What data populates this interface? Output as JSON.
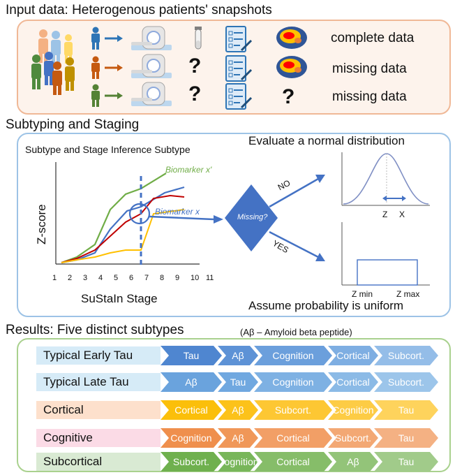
{
  "section1": {
    "title": "Input data: Heterogenous patients' snapshots",
    "rows": [
      {
        "label": "complete data"
      },
      {
        "label": "missing data"
      },
      {
        "label": "missing data"
      }
    ],
    "question_mark": "?"
  },
  "section2": {
    "title": "Subtyping and Staging",
    "plot": {
      "title": "Subtype and Stage Inference Subtype",
      "ylabel": "Z-score",
      "xlabel": "SuStaIn Stage",
      "ticks": [
        "1",
        "2",
        "3",
        "4",
        "5",
        "6",
        "7",
        "8",
        "9",
        "10",
        "11"
      ],
      "annot1": "Biomarker x'",
      "annot2": "Biomarker x"
    },
    "decision": "Missing?",
    "no": "NO",
    "yes": "YES",
    "normal_title": "Evaluate a normal distribution",
    "z": "Z",
    "x": "X",
    "zmin": "Z min",
    "zmax": "Z max",
    "uniform_title": "Assume probability is uniform"
  },
  "section3": {
    "title": "Results: Five distinct subtypes",
    "note": "(Aβ – Amyloid beta peptide)",
    "subtypes": [
      {
        "name": "Typical Early Tau",
        "stages": [
          "Tau",
          "Aβ",
          "Cognition",
          "Cortical",
          "Subcort."
        ]
      },
      {
        "name": "Typical Late Tau",
        "stages": [
          "Aβ",
          "Tau",
          "Cognition",
          "Cortical",
          "Subcort."
        ]
      },
      {
        "name": "Cortical",
        "stages": [
          "Cortical",
          "Aβ",
          "Subcort.",
          "Cognition",
          "Tau"
        ]
      },
      {
        "name": "Cognitive",
        "stages": [
          "Cognition",
          "Aβ",
          "Cortical",
          "Subcort.",
          "Tau"
        ]
      },
      {
        "name": "Subcortical",
        "stages": [
          "Subcort.",
          "Cognition",
          "Cortical",
          "Aβ",
          "Tau"
        ]
      }
    ]
  },
  "colors": {
    "orange_border": "#f0b896",
    "blue_border": "#9dc3e6",
    "green_border": "#a9d18e",
    "blue_chev": "#4472c4",
    "orange_chev": "#ffc000",
    "deep_orange_chev": "#ed7d31",
    "green_chev": "#70ad47"
  }
}
